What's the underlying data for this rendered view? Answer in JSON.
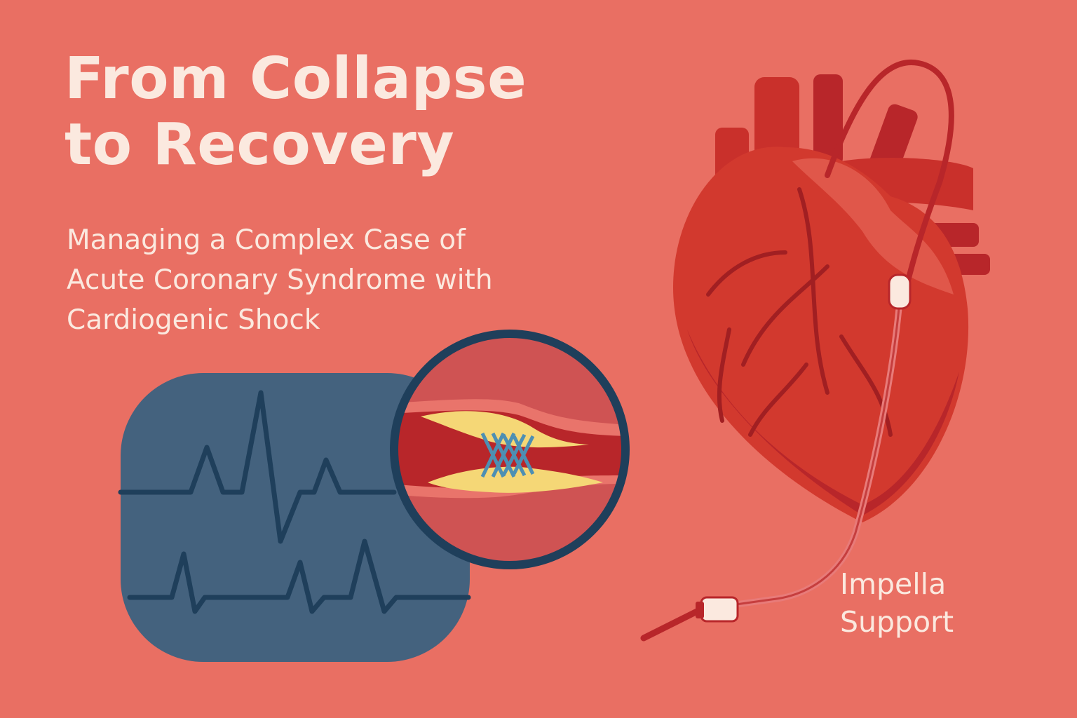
{
  "header": {
    "title_line1": "From Collapse",
    "title_line2": "to Recovery",
    "subtitle_line1": "Managing a Complex Case of",
    "subtitle_line2": "Acute Coronary Syndrome with",
    "subtitle_line3": "Cardiogenic Shock"
  },
  "heart": {
    "label_line1": "Impella",
    "label_line2": "Support"
  },
  "colors": {
    "background": "#e96f63",
    "text": "#fbe9df",
    "monitor": "#44627e",
    "monitor_border": "#1f3f5b",
    "heart": "#d2392e",
    "vessel_wall": "#b8262a",
    "plaque": "#f5d776",
    "stent": "#4d8fb3"
  },
  "icons": [
    "ecg-monitor-icon",
    "stented-artery-icon",
    "heart-icon",
    "impella-catheter-icon"
  ]
}
